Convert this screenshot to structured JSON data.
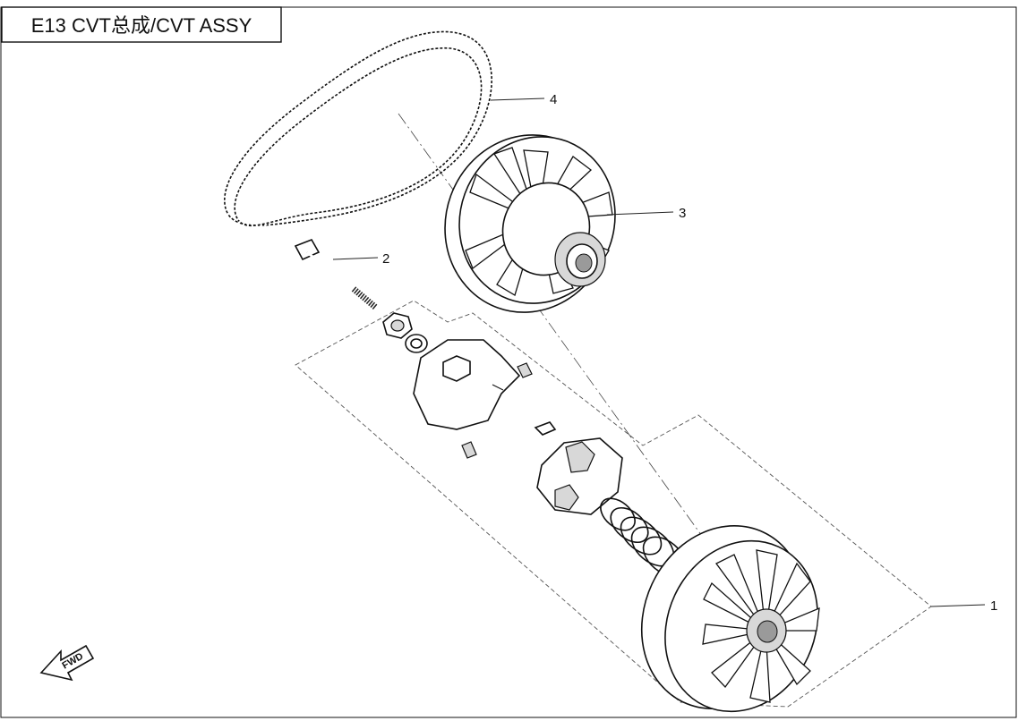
{
  "title": "E13 CVT总成/CVT ASSY",
  "callouts": [
    {
      "number": "1",
      "part": "drive-clutch-assembly"
    },
    {
      "number": "2",
      "part": "bolt"
    },
    {
      "number": "3",
      "part": "driven-clutch"
    },
    {
      "number": "4",
      "part": "drive-belt"
    }
  ],
  "direction_arrow": {
    "label": "FWD"
  }
}
